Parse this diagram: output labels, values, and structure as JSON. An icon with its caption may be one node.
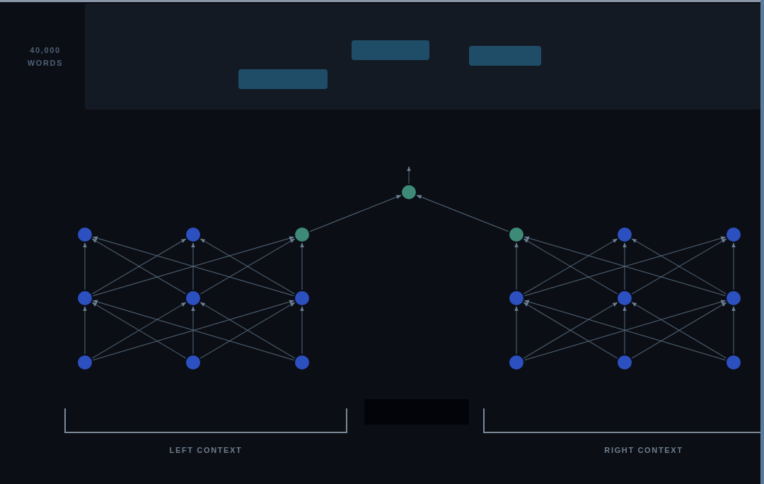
{
  "diagram": {
    "nodes": [
      {
        "text": [],
        "shape": "box"
      },
      {
        "text": [],
        "shape": "box",
        "in": 0
      },
      {
        "text": [],
        "shape": "box",
        "in": 0
      },
      {
        "text": [],
        "shape": "box",
        "in": 0
      },
      {
        "text": [],
        "shape": "circle"
      },
      {
        "text": [],
        "shape": "circle"
      },
      {
        "text": [],
        "shape": "circle"
      },
      {
        "text": [],
        "shape": "circle"
      },
      {
        "text": [],
        "shape": "circle"
      },
      {
        "text": [],
        "shape": "circle"
      },
      {
        "text": [],
        "shape": "circle"
      },
      {
        "text": [],
        "shape": "circle"
      },
      {
        "text": [],
        "shape": "circle"
      },
      {
        "text": [],
        "shape": "circle"
      },
      {
        "text": [],
        "shape": "circle"
      },
      {
        "text": [],
        "shape": "circle"
      },
      {
        "text": [],
        "shape": "circle"
      },
      {
        "text": [],
        "shape": "circle"
      },
      {
        "text": [],
        "shape": "circle"
      },
      {
        "text": [],
        "shape": "circle"
      },
      {
        "text": [],
        "shape": "circle"
      },
      {
        "text": [],
        "shape": "circle"
      },
      {
        "text": [],
        "shape": "circle"
      },
      {
        "text": [],
        "shape": "box"
      }
    ],
    "edges": [
      {
        "from": 8,
        "to": 5,
        "arrow": "to"
      },
      {
        "from": 8,
        "to": 6,
        "arrow": "to"
      },
      {
        "from": 8,
        "to": 7,
        "arrow": "to"
      },
      {
        "from": 9,
        "to": 5,
        "arrow": "to"
      },
      {
        "from": 9,
        "to": 6,
        "arrow": "to"
      },
      {
        "from": 9,
        "to": 7,
        "arrow": "to"
      },
      {
        "from": 10,
        "to": 5,
        "arrow": "to"
      },
      {
        "from": 10,
        "to": 6,
        "arrow": "to"
      },
      {
        "from": 10,
        "to": 7,
        "arrow": "to"
      },
      {
        "from": 11,
        "to": 8,
        "arrow": "to"
      },
      {
        "from": 11,
        "to": 9,
        "arrow": "to"
      },
      {
        "from": 11,
        "to": 10,
        "arrow": "to"
      },
      {
        "from": 12,
        "to": 8,
        "arrow": "to"
      },
      {
        "from": 12,
        "to": 9,
        "arrow": "to"
      },
      {
        "from": 12,
        "to": 10,
        "arrow": "to"
      },
      {
        "from": 13,
        "to": 8,
        "arrow": "to"
      },
      {
        "from": 13,
        "to": 9,
        "arrow": "to"
      },
      {
        "from": 13,
        "to": 10,
        "arrow": "to"
      },
      {
        "from": 17,
        "to": 14,
        "arrow": "to"
      },
      {
        "from": 17,
        "to": 15,
        "arrow": "to"
      },
      {
        "from": 17,
        "to": 16,
        "arrow": "to"
      },
      {
        "from": 18,
        "to": 14,
        "arrow": "to"
      },
      {
        "from": 18,
        "to": 15,
        "arrow": "to"
      },
      {
        "from": 18,
        "to": 16,
        "arrow": "to"
      },
      {
        "from": 19,
        "to": 14,
        "arrow": "to"
      },
      {
        "from": 19,
        "to": 15,
        "arrow": "to"
      },
      {
        "from": 19,
        "to": 16,
        "arrow": "to"
      },
      {
        "from": 20,
        "to": 17,
        "arrow": "to"
      },
      {
        "from": 20,
        "to": 18,
        "arrow": "to"
      },
      {
        "from": 20,
        "to": 19,
        "arrow": "to"
      },
      {
        "from": 21,
        "to": 17,
        "arrow": "to"
      },
      {
        "from": 21,
        "to": 18,
        "arrow": "to"
      },
      {
        "from": 21,
        "to": 19,
        "arrow": "to"
      },
      {
        "from": 22,
        "to": 17,
        "arrow": "to"
      },
      {
        "from": 22,
        "to": 18,
        "arrow": "to"
      },
      {
        "from": 22,
        "to": 19,
        "arrow": "to"
      },
      {
        "from": 7,
        "to": 4,
        "arrow": "to"
      },
      {
        "from": 14,
        "to": 4,
        "arrow": "to"
      },
      {
        "from": 4,
        "to": null,
        "arrow": "to"
      }
    ],
    "labels": [
      "40,000 WORDS",
      "LEFT CONTEXT",
      "RIGHT CONTEXT"
    ]
  }
}
